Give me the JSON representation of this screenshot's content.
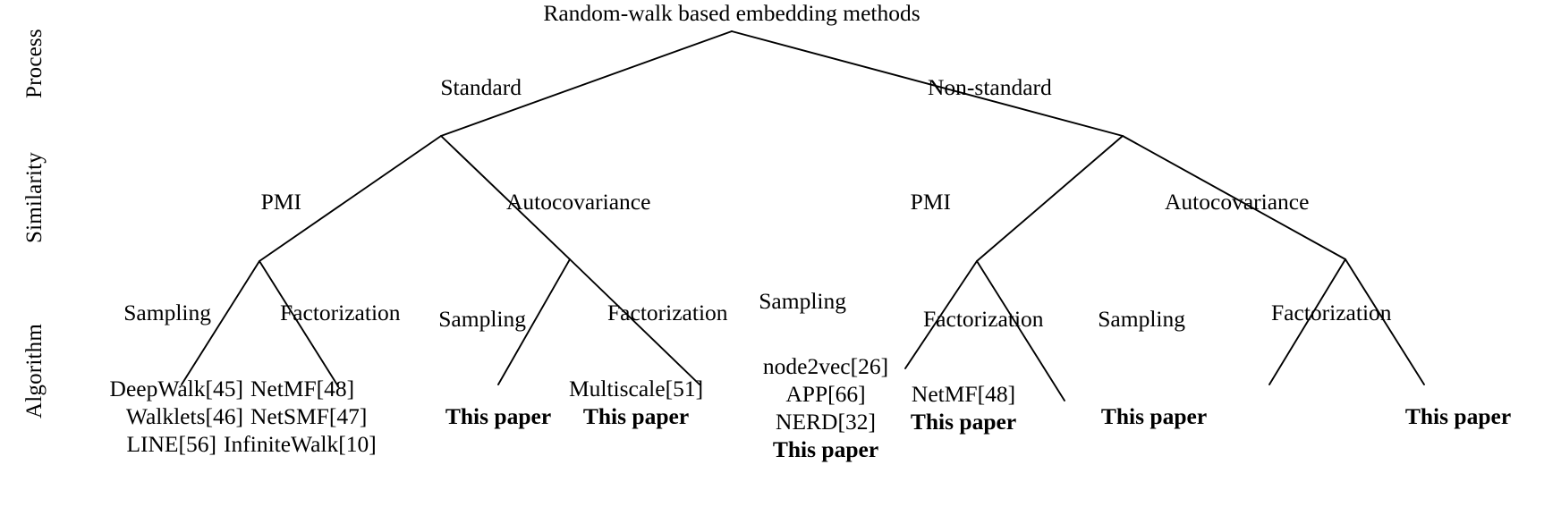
{
  "figure": {
    "title": "Random-walk based embedding methods",
    "background": "#ffffff",
    "line_color": "#000000",
    "text_color": "#000000"
  },
  "axis_labels": [
    {
      "name": "process",
      "text": "Process"
    },
    {
      "name": "similarity",
      "text": "Similarity"
    },
    {
      "name": "algorithm",
      "text": "Algorithm"
    }
  ],
  "levels": {
    "process": "Process",
    "similarity": "Similarity",
    "algorithm": "Algorithm"
  },
  "root": {
    "label": "Random-walk based embedding methods"
  },
  "edge_labels": {
    "standard": "Standard",
    "non_standard": "Non-standard",
    "pmi_left": "PMI",
    "autocov_left": "Autocovariance",
    "pmi_right": "PMI",
    "autocov_right": "Autocovariance",
    "sampling_1": "Sampling",
    "factorization_1": "Factorization",
    "sampling_2": "Sampling",
    "factorization_2": "Factorization",
    "sampling_3": "Sampling",
    "factorization_3": "Factorization",
    "sampling_4": "Sampling",
    "factorization_4": "Factorization"
  },
  "leaves": {
    "std_pmi_sampling": [
      "DeepWalk[45]",
      "Walklets[46]",
      "LINE[56]"
    ],
    "std_pmi_factorization": [
      "NetMF[48]",
      "NetSMF[47]",
      "InfiniteWalk[10]"
    ],
    "std_autocov_sampling": [
      "This paper"
    ],
    "std_autocov_factorization": [
      "Multiscale[51]",
      "This paper"
    ],
    "nonstd_pmi_sampling": [
      "node2vec[26]",
      "APP[66]",
      "NERD[32]",
      "This paper"
    ],
    "nonstd_pmi_factorization": [
      "NetMF[48]",
      "This paper"
    ],
    "nonstd_autocov_sampling": [
      "This paper"
    ],
    "nonstd_autocov_factorization": [
      "This paper"
    ]
  },
  "leaf_cells": {
    "dw45": "DeepWalk[45]",
    "wk46": "Walklets[46]",
    "ln56": "LINE[56]",
    "nmf48a": "NetMF[48]",
    "nsmf47": "NetSMF[47]",
    "iw10": "InfiniteWalk[10]",
    "tp_std_ac_samp": "This paper",
    "ms51": "Multiscale[51]",
    "tp_std_ac_fact": "This paper",
    "n2v26": "node2vec[26]",
    "app66": "APP[66]",
    "nerd32": "NERD[32]",
    "tp_ns_pmi_samp": "This paper",
    "nmf48b": "NetMF[48]",
    "tp_ns_pmi_fact": "This paper",
    "tp_ns_ac_samp": "This paper",
    "tp_ns_ac_fact": "This paper"
  },
  "chart_data": {
    "type": "tree",
    "title": "Random-walk based embedding methods",
    "row_axis": [
      "Process",
      "Similarity",
      "Algorithm"
    ],
    "nodes": [
      {
        "id": "root",
        "label": "Random-walk based embedding methods",
        "level": 0
      },
      {
        "id": "standard",
        "label": "Standard",
        "level": 1,
        "parent": "root"
      },
      {
        "id": "non-standard",
        "label": "Non-standard",
        "level": 1,
        "parent": "root"
      },
      {
        "id": "std-pmi",
        "label": "PMI",
        "level": 2,
        "parent": "standard"
      },
      {
        "id": "std-autocov",
        "label": "Autocovariance",
        "level": 2,
        "parent": "standard"
      },
      {
        "id": "ns-pmi",
        "label": "PMI",
        "level": 2,
        "parent": "non-standard"
      },
      {
        "id": "ns-autocov",
        "label": "Autocovariance",
        "level": 2,
        "parent": "non-standard"
      },
      {
        "id": "std-pmi-samp",
        "label": "Sampling",
        "level": 3,
        "parent": "std-pmi",
        "items": [
          "DeepWalk[45]",
          "Walklets[46]",
          "LINE[56]"
        ]
      },
      {
        "id": "std-pmi-fact",
        "label": "Factorization",
        "level": 3,
        "parent": "std-pmi",
        "items": [
          "NetMF[48]",
          "NetSMF[47]",
          "InfiniteWalk[10]"
        ]
      },
      {
        "id": "std-ac-samp",
        "label": "Sampling",
        "level": 3,
        "parent": "std-autocov",
        "items": [
          "This paper"
        ]
      },
      {
        "id": "std-ac-fact",
        "label": "Factorization",
        "level": 3,
        "parent": "std-autocov",
        "items": [
          "Multiscale[51]",
          "This paper"
        ]
      },
      {
        "id": "ns-pmi-samp",
        "label": "Sampling",
        "level": 3,
        "parent": "ns-pmi",
        "items": [
          "node2vec[26]",
          "APP[66]",
          "NERD[32]",
          "This paper"
        ]
      },
      {
        "id": "ns-pmi-fact",
        "label": "Factorization",
        "level": 3,
        "parent": "ns-pmi",
        "items": [
          "NetMF[48]",
          "This paper"
        ]
      },
      {
        "id": "ns-ac-samp",
        "label": "Sampling",
        "level": 3,
        "parent": "ns-autocov",
        "items": [
          "This paper"
        ]
      },
      {
        "id": "ns-ac-fact",
        "label": "Factorization",
        "level": 3,
        "parent": "ns-autocov",
        "items": [
          "This paper"
        ]
      }
    ],
    "highlighted_label": "This paper"
  }
}
